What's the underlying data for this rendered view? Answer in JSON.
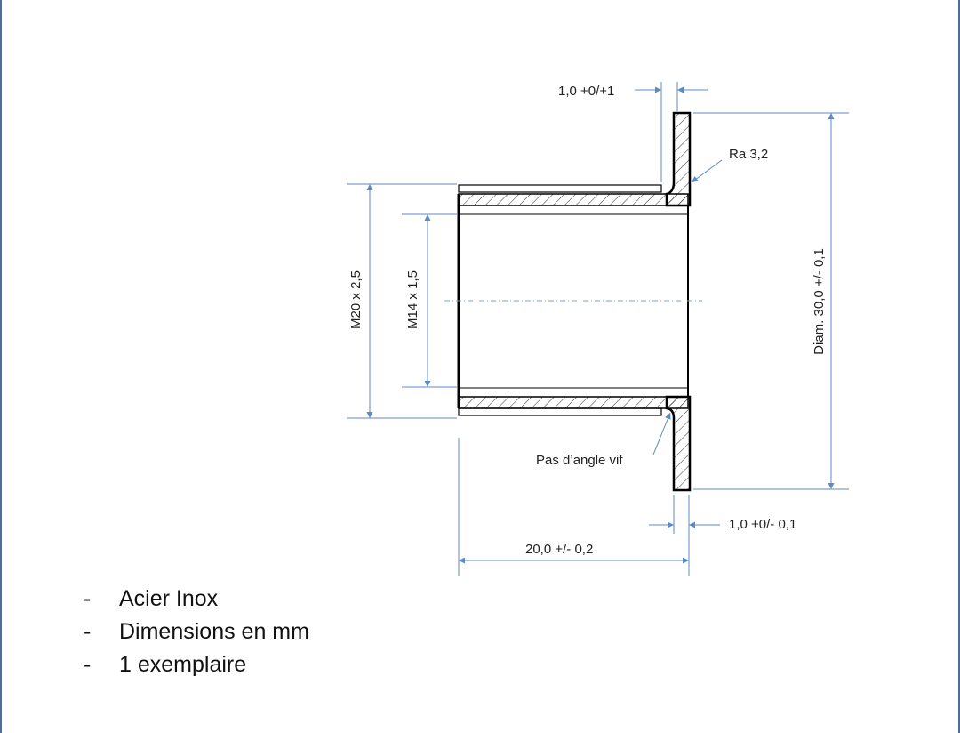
{
  "drawing": {
    "labels": {
      "flange_gap": "1,0 +0/+1",
      "roughness": "Ra 3,2",
      "flange_diameter": "Diam. 30,0 +/- 0,1",
      "outer_thread": "M20 x 2,5",
      "inner_thread": "M14 x 1,5",
      "no_sharp_edge": "Pas d’angle vif",
      "flange_thickness": "1,0 +0/- 0,1",
      "length": "20,0 +/- 0,2"
    },
    "colors": {
      "outline": "#000000",
      "dimension": "#5b8bc4",
      "centerline": "#7aa0cc"
    }
  },
  "notes": [
    {
      "dash": "-",
      "text": "Acier Inox"
    },
    {
      "dash": "-",
      "text": "Dimensions en mm"
    },
    {
      "dash": "-",
      "text": "1 exemplaire"
    }
  ]
}
